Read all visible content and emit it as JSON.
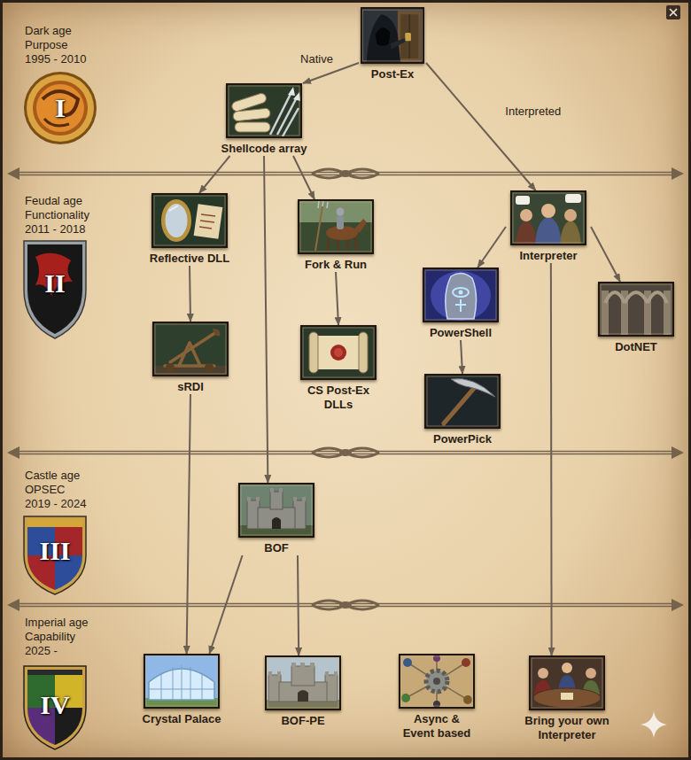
{
  "diagram": {
    "nodes": [
      {
        "text": [
          "Post-Ex"
        ]
      },
      {
        "text": [
          "Shellcode array"
        ]
      },
      {
        "text": [
          "Reflective DLL"
        ]
      },
      {
        "text": [
          "Fork & Run"
        ]
      },
      {
        "text": [
          "Interpreter"
        ]
      },
      {
        "text": [
          "sRDI"
        ]
      },
      {
        "text": [
          "CS Post-Ex DLLs"
        ]
      },
      {
        "text": [
          "PowerShell"
        ]
      },
      {
        "text": [
          "DotNET"
        ]
      },
      {
        "text": [
          "PowerPick"
        ]
      },
      {
        "text": [
          "BOF"
        ]
      },
      {
        "text": [
          "Crystal Palace"
        ]
      },
      {
        "text": [
          "BOF-PE"
        ]
      },
      {
        "text": [
          "Async & Event based"
        ]
      },
      {
        "text": [
          "Bring your own Interpreter"
        ]
      }
    ],
    "edges": [
      {
        "from": 0,
        "to": 1,
        "label": "Native",
        "arrow": "to"
      },
      {
        "from": 0,
        "to": 4,
        "label": "Interpreted",
        "arrow": "to"
      },
      {
        "from": 1,
        "to": 2,
        "arrow": "to"
      },
      {
        "from": 1,
        "to": 3,
        "arrow": "to"
      },
      {
        "from": 1,
        "to": 10,
        "arrow": "to"
      },
      {
        "from": 2,
        "to": 5,
        "arrow": "to"
      },
      {
        "from": 3,
        "to": 6,
        "arrow": "to"
      },
      {
        "from": 4,
        "to": 7,
        "arrow": "to"
      },
      {
        "from": 4,
        "to": 8,
        "arrow": "to"
      },
      {
        "from": 4,
        "to": 14,
        "arrow": "to"
      },
      {
        "from": 7,
        "to": 9,
        "arrow": "to"
      },
      {
        "from": 5,
        "to": 11,
        "arrow": "to"
      },
      {
        "from": 10,
        "to": 11,
        "arrow": "to"
      },
      {
        "from": 10,
        "to": 12,
        "arrow": "to"
      }
    ],
    "labels": [
      "Dark age",
      "Purpose",
      "1995 - 2010",
      "I",
      "Feudal age",
      "Functionality",
      "2011 - 2018",
      "II",
      "Castle age",
      "OPSEC",
      "2019 - 2024",
      "III",
      "Imperial age",
      "Capability",
      "2025 -",
      "IV"
    ]
  }
}
